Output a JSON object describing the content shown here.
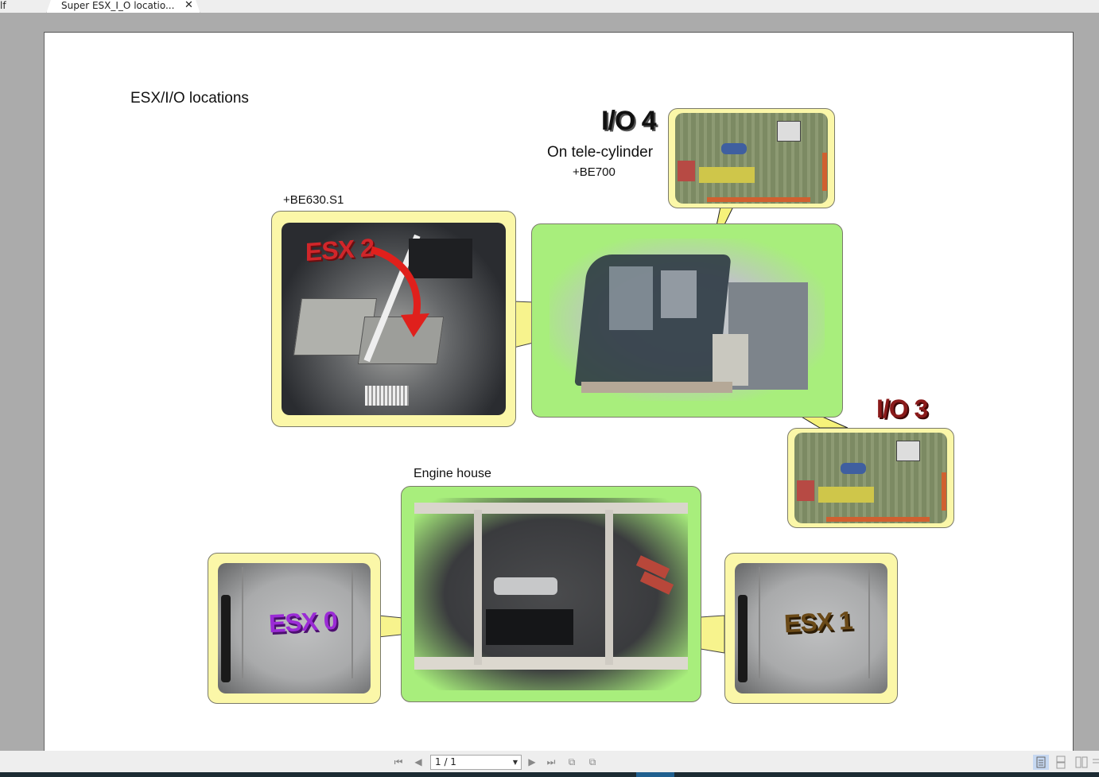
{
  "tabbar": {
    "prev_tab_label": "lf",
    "active_tab_label": "Super ESX_I_O locatio...",
    "close_icon": "close-icon"
  },
  "document": {
    "title": "ESX/I/O locations",
    "labels": {
      "io4": "I/O 4",
      "io4_location": "On tele-cylinder",
      "io4_code": "+BE700",
      "esx2_code": "+BE630.S1",
      "esx2_overlay": "ESX 2",
      "io3": "I/O 3",
      "engine_house": "Engine house",
      "esx0_overlay": "ESX 0",
      "esx1_overlay": "ESX 1"
    },
    "colors": {
      "yellow_frame": "#fbf7a8",
      "green_frame": "#a8ee7c",
      "io4_text": "#111111",
      "io3_text": "#8a1a1a",
      "esx2_text": "#d0262a",
      "esx0_text": "#8a1fc4",
      "esx1_text": "#5a3e14"
    }
  },
  "bottombar": {
    "first_page_icon": "first-page-icon",
    "prev_page_icon": "prev-page-icon",
    "page_indicator": "1 / 1",
    "next_page_icon": "next-page-icon",
    "last_page_icon": "last-page-icon",
    "view_modes": [
      "single-page",
      "continuous",
      "two-page",
      "more"
    ]
  }
}
